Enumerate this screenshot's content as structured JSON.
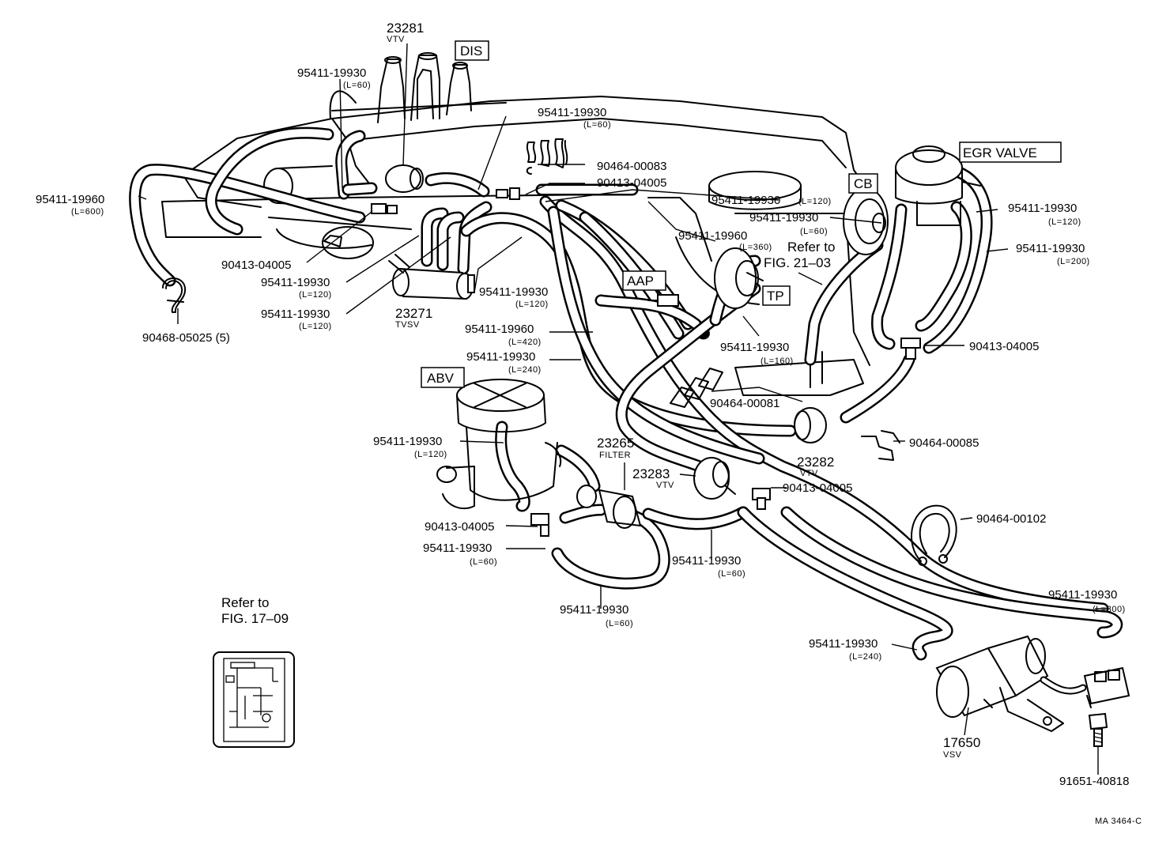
{
  "labels": {
    "l23281": "23281",
    "l23281s": "VTV",
    "dis": "DIS",
    "l1_pn": "95411-19930",
    "l1_len": "(L=60)",
    "l2_pn": "95411-19930",
    "l2_len": "(L=60)",
    "l3_pn": "90464-00083",
    "l4_pn": "90413-04005",
    "l5_pn": "95411-19960",
    "l5_len": "(L=600)",
    "l6_pn": "90413-04005",
    "l7_pn": "95411-19930",
    "l7_len": "(L=120)",
    "l8_pn": "95411-19930",
    "l8_len": "(L=120)",
    "l9_pn": "90468-05025 (5)",
    "l23271": "23271",
    "l23271s": "TVSV",
    "l10_pn": "95411-19930",
    "l10_len": "(L=120)",
    "l11_pn": "95411-19930",
    "l11_len": "(L=120)",
    "cb": "CB",
    "l12_pn": "95411-19930",
    "l12_len": "(L=60)",
    "l13_pn": "95411-19960",
    "l13_len": "(L=360)",
    "egr": "EGR VALVE",
    "l14_pn": "95411-19930",
    "l14_len": "(L=120)",
    "l15_pn": "95411-19930",
    "l15_len": "(L=200)",
    "refer21a": "Refer to",
    "refer21b": "FIG. 21–03",
    "aap": "AAP",
    "tp": "TP",
    "l16_pn": "95411-19930",
    "l16_len": "(L=160)",
    "l17_pn": "90413-04005",
    "l18_pn": "95411-19960",
    "l18_len": "(L=420)",
    "l19_pn": "95411-19930",
    "l19_len": "(L=240)",
    "abv": "ABV",
    "l20_pn": "90464-00081",
    "l23282": "23282",
    "l23282s": "VTV",
    "l21_pn": "90464-00085",
    "l22_pn": "95411-19930",
    "l22_len": "(L=120)",
    "l23265": "23265",
    "l23265s": "FILTER",
    "l23283": "23283",
    "l23283s": "VTV",
    "l23_pn": "90413-04005",
    "l24_pn": "90413-04005",
    "l25_pn": "95411-19930",
    "l25_len": "(L=60)",
    "l26_pn": "95411-19930",
    "l26_len": "(L=60)",
    "l27_pn": "95411-19930",
    "l27_len": "(L=60)",
    "l28_pn": "90464-00102",
    "l29_pn": "95411-19930",
    "l29_len": "(L=300)",
    "l30_pn": "95411-19930",
    "l30_len": "(L=240)",
    "l17650": "17650",
    "l17650s": "VSV",
    "l31_pn": "91651-40818",
    "refer17a": "Refer to",
    "refer17b": "FIG. 17–09",
    "code": "MA 3464-C"
  }
}
